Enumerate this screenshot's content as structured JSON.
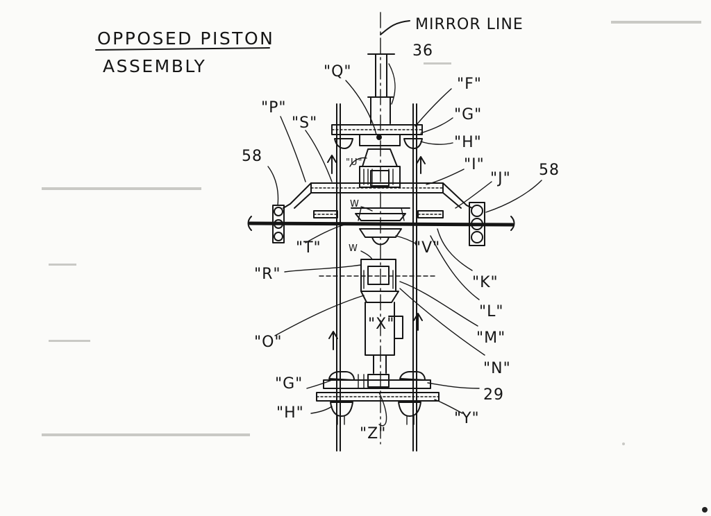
{
  "title": {
    "line1": "OPPOSED PISTON",
    "line2": "ASSEMBLY"
  },
  "labels": {
    "mirror_line": "MIRROR LINE",
    "n36": "36",
    "n58_left": "58",
    "n58_right": "58",
    "n29": "29",
    "Q": "\"Q\"",
    "F": "\"F\"",
    "G_top": "\"G\"",
    "H_top": "\"H\"",
    "I": "\"I\"",
    "J": "\"J\"",
    "P": "\"P\"",
    "S": "\"S\"",
    "U": "\"U\"",
    "W_top": "W",
    "W_mid": "W",
    "T": "\"T\"",
    "V": "\"V\"",
    "R": "\"R\"",
    "K": "\"K\"",
    "L": "\"L\"",
    "M": "\"M\"",
    "N": "\"N\"",
    "O": "\"O\"",
    "X": "\"X\"",
    "G_bottom": "\"G\"",
    "H_bottom": "\"H\"",
    "Y": "\"Y\"",
    "Z": "\"Z\""
  },
  "colors": {
    "ink": "#151515",
    "paper": "#fbfbf9"
  }
}
